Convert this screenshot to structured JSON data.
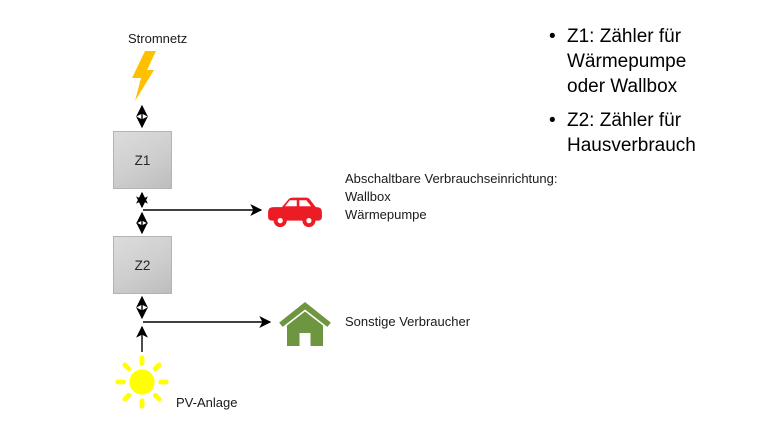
{
  "colors": {
    "lightning": "#FFC000",
    "car": "#EC1C24",
    "house": "#6E9540",
    "sun": "#FFFF00",
    "white": "#FFFFFF",
    "arrow": "#000000",
    "meter_box": "#CCCCCC"
  },
  "diagram": {
    "grid": {
      "label": "Stromnetz",
      "icon": "lightning-bolt"
    },
    "meter1": {
      "label": "Z1"
    },
    "meter2": {
      "label": "Z2"
    },
    "switchable_consumers": {
      "heading": "Abschaltbare Verbrauchseinrichtung:",
      "item1": "Wallbox",
      "item2": "Wärmepumpe",
      "icon": "car"
    },
    "other_consumers": {
      "label": "Sonstige Verbraucher",
      "icon": "house"
    },
    "pv": {
      "label": "PV-Anlage",
      "icon": "sun"
    }
  },
  "bullets": {
    "marker": "•",
    "items": [
      {
        "text": "Z1: Zähler für Wärmepumpe oder Wallbox"
      },
      {
        "text": "Z2: Zähler für Hausverbrauch"
      }
    ]
  }
}
